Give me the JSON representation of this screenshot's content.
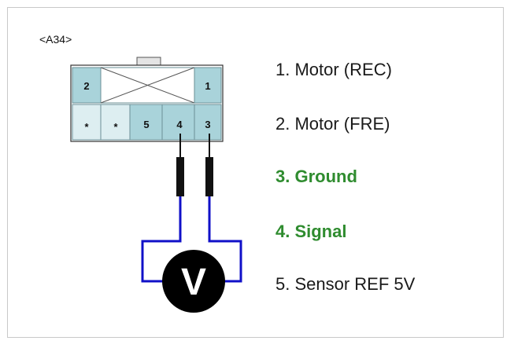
{
  "connector": {
    "label": "<A34>",
    "pins_top": [
      "2",
      "1"
    ],
    "pins_bottom": [
      "*",
      "*",
      "5",
      "4",
      "3"
    ]
  },
  "meter": {
    "symbol": "V"
  },
  "legend": [
    {
      "text": "1. Motor (REC)",
      "highlight": false
    },
    {
      "text": "2. Motor (FRE)",
      "highlight": false
    },
    {
      "text": "3. Ground",
      "highlight": true
    },
    {
      "text": "4. Signal",
      "highlight": true
    },
    {
      "text": "5. Sensor REF 5V",
      "highlight": false
    }
  ],
  "colors": {
    "pin_fill": "#a9d3da",
    "pin_fill_light": "#ddeef1",
    "highlight_text": "#2f8c2f",
    "wire": "#1010c8",
    "probe": "#111111",
    "meter": "#000000"
  }
}
